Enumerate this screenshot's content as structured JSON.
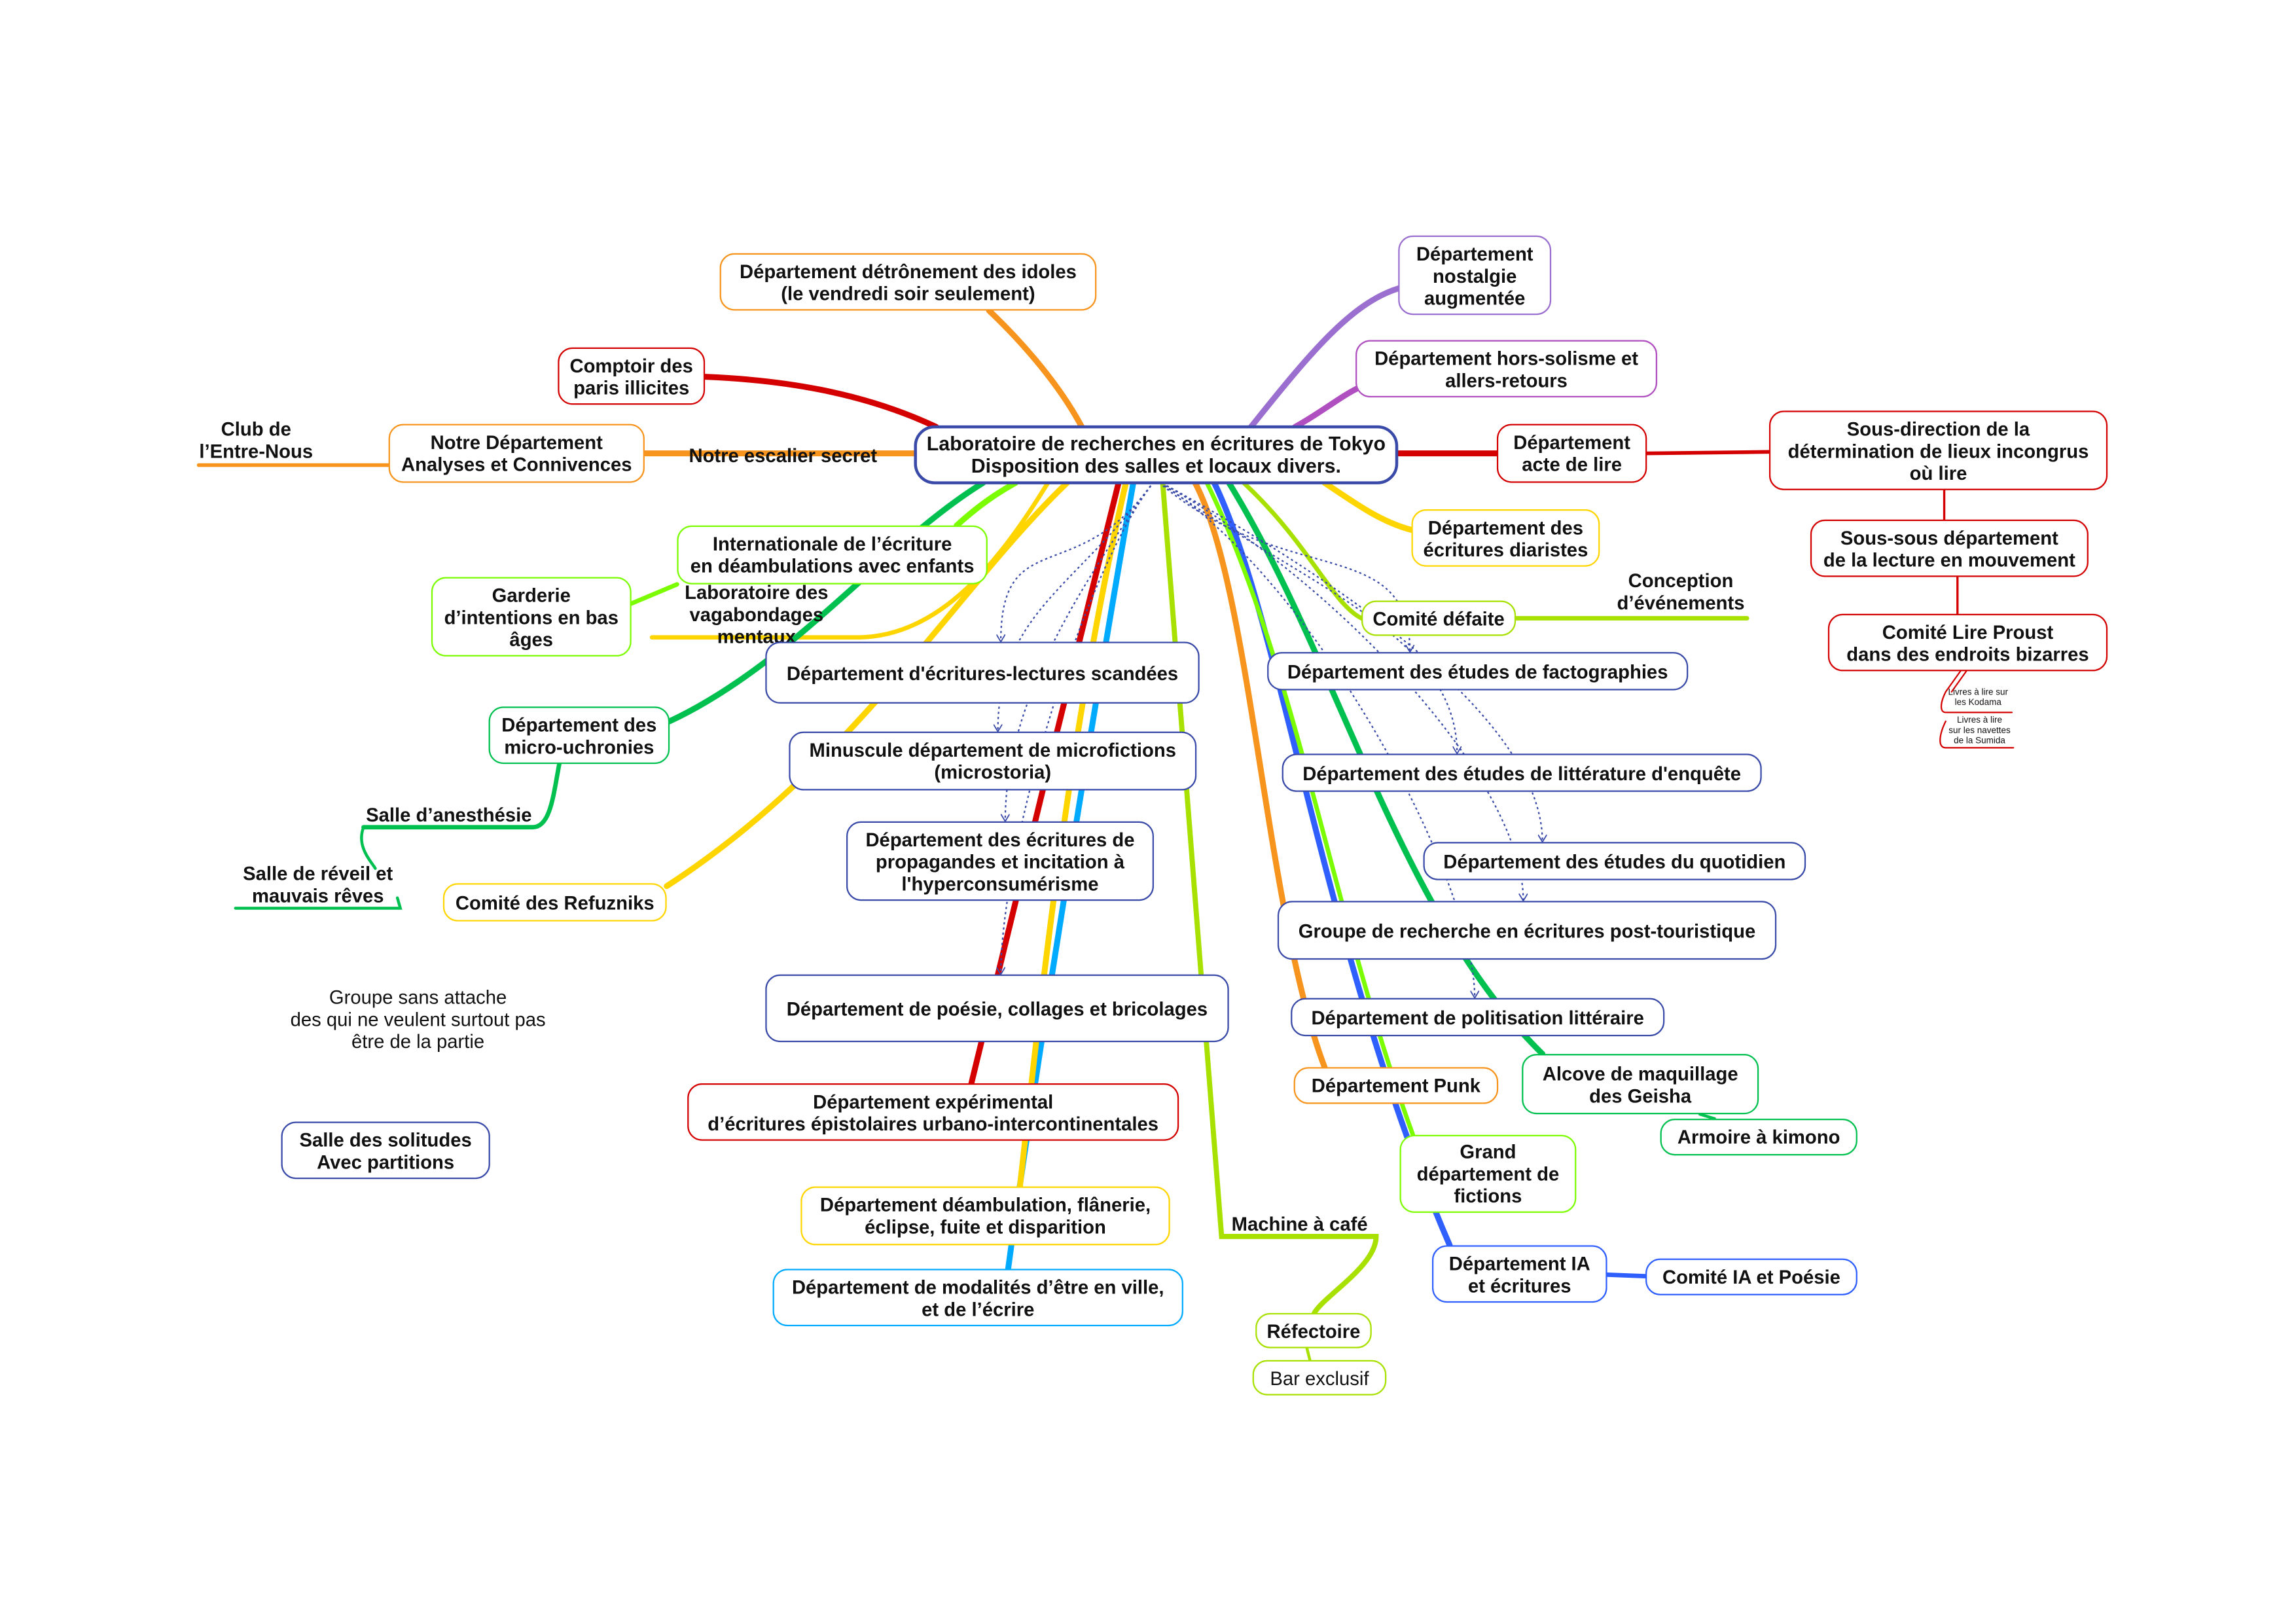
{
  "title": "Laboratoire de recherches en écritures de Tokyo\nDisposition des salles et locaux divers.",
  "colors": {
    "blue": "#3a4aa8",
    "orange": "#f7941d",
    "red": "#d40000",
    "purple": "#9a6fd0",
    "magenta": "#b04fc0",
    "yellow": "#ffd500",
    "lime": "#a8e000",
    "brightgreen": "#7cfc00",
    "green": "#00c050",
    "royal": "#2f5fff",
    "sky": "#00aaff"
  },
  "nodes": [
    {
      "id": "root",
      "label": "Laboratoire de recherches en écritures de Tokyo\nDisposition des salles et locaux divers.",
      "color": "blue"
    },
    {
      "id": "idoles",
      "label": "Département détrônement des idoles\n(le vendredi soir seulement)",
      "color": "orange"
    },
    {
      "id": "comptoir",
      "label": "Comptoir des\nparis illicites",
      "color": "red"
    },
    {
      "id": "analyses",
      "label": "Notre Département\nAnalyses et Connivences",
      "color": "orange"
    },
    {
      "id": "escalier",
      "label": "Notre escalier secret",
      "color": "orange"
    },
    {
      "id": "club",
      "label": "Club de\nl’Entre-Nous",
      "color": "orange"
    },
    {
      "id": "nostalgie",
      "label": "Département\nnostalgie\naugmentée",
      "color": "purple"
    },
    {
      "id": "horssolisme",
      "label": "Département hors-solisme et\nallers-retours",
      "color": "magenta"
    },
    {
      "id": "actelire",
      "label": "Département\nacte de lire",
      "color": "red"
    },
    {
      "id": "sousdir",
      "label": "Sous-direction de la\ndétermination de lieux incongrus\noù lire",
      "color": "red"
    },
    {
      "id": "soussous",
      "label": "Sous-sous département\nde la lecture en mouvement",
      "color": "red"
    },
    {
      "id": "proust",
      "label": "Comité Lire Proust\ndans des endroits bizarres",
      "color": "red"
    },
    {
      "id": "kodama",
      "label": "Livres à lire sur\nles Kodama",
      "color": "red"
    },
    {
      "id": "sumida",
      "label": "Livres à lire\nsur les navettes\nde la Sumida",
      "color": "red"
    },
    {
      "id": "diaristes",
      "label": "Département des\nécritures diaristes",
      "color": "yellow"
    },
    {
      "id": "conception",
      "label": "Conception\nd’événements",
      "color": "lime"
    },
    {
      "id": "defaite",
      "label": "Comité défaite",
      "color": "lime"
    },
    {
      "id": "factographies",
      "label": "Département des études de factographies",
      "color": "blue"
    },
    {
      "id": "enquete",
      "label": "Département des études de littérature d'enquête",
      "color": "blue"
    },
    {
      "id": "quotidien",
      "label": "Département des études du quotidien",
      "color": "blue"
    },
    {
      "id": "posttour",
      "label": "Groupe de recherche en écritures post-touristique",
      "color": "blue"
    },
    {
      "id": "politisation",
      "label": "Département de politisation littéraire",
      "color": "blue"
    },
    {
      "id": "punk",
      "label": "Département Punk",
      "color": "orange"
    },
    {
      "id": "geisha",
      "label": "Alcove de maquillage\ndes Geisha",
      "color": "green"
    },
    {
      "id": "kimono",
      "label": "Armoire à kimono",
      "color": "green"
    },
    {
      "id": "fictions",
      "label": "Grand\ndépartement de\nfictions",
      "color": "brightgreen"
    },
    {
      "id": "ia",
      "label": "Département IA\net écritures",
      "color": "royal"
    },
    {
      "id": "iapoesie",
      "label": "Comité IA et Poésie",
      "color": "royal"
    },
    {
      "id": "cafe",
      "label": "Machine à café",
      "color": "lime"
    },
    {
      "id": "refectoire",
      "label": "Réfectoire",
      "color": "lime"
    },
    {
      "id": "bar",
      "label": "Bar exclusif",
      "color": "lime"
    },
    {
      "id": "internationale",
      "label": "Internationale de l’écriture\nen déambulations avec enfants",
      "color": "brightgreen"
    },
    {
      "id": "garderie",
      "label": "Garderie\nd’intentions en bas\nâges",
      "color": "brightgreen"
    },
    {
      "id": "vagabondages",
      "label": "Laboratoire des\nvagabondages mentaux",
      "color": "yellow"
    },
    {
      "id": "scandees",
      "label": "Département d'écritures-lectures scandées",
      "color": "blue"
    },
    {
      "id": "uchronies",
      "label": "Département des\nmicro-uchronies",
      "color": "green"
    },
    {
      "id": "anesthesie",
      "label": "Salle d’anesthésie",
      "color": "green"
    },
    {
      "id": "reveil",
      "label": "Salle de réveil et\nmauvais rêves",
      "color": "green"
    },
    {
      "id": "refuzniks",
      "label": "Comité des Refuzniks",
      "color": "yellow"
    },
    {
      "id": "microfictions",
      "label": "Minuscule département de microfictions\n(microstoria)",
      "color": "blue"
    },
    {
      "id": "propagandes",
      "label": "Département des écritures de\npropagandes et incitation à\nl'hyperconsumérisme",
      "color": "blue"
    },
    {
      "id": "poesie",
      "label": "Département de poésie, collages et bricolages",
      "color": "blue"
    },
    {
      "id": "sansattache",
      "label": "Groupe sans attache\ndes qui ne veulent surtout pas\nêtre de la partie",
      "color": "blue"
    },
    {
      "id": "solitudes",
      "label": "Salle des solitudes\nAvec partitions",
      "color": "blue"
    },
    {
      "id": "epistolaires",
      "label": "Département expérimental\nd’écritures épistolaires urbano-intercontinentales",
      "color": "red"
    },
    {
      "id": "deambulation",
      "label": "Département déambulation, flânerie,\néclipse, fuite et disparition",
      "color": "yellow"
    },
    {
      "id": "modalites",
      "label": "Département de modalités d’être en ville,\net de l’écrire",
      "color": "sky"
    }
  ]
}
